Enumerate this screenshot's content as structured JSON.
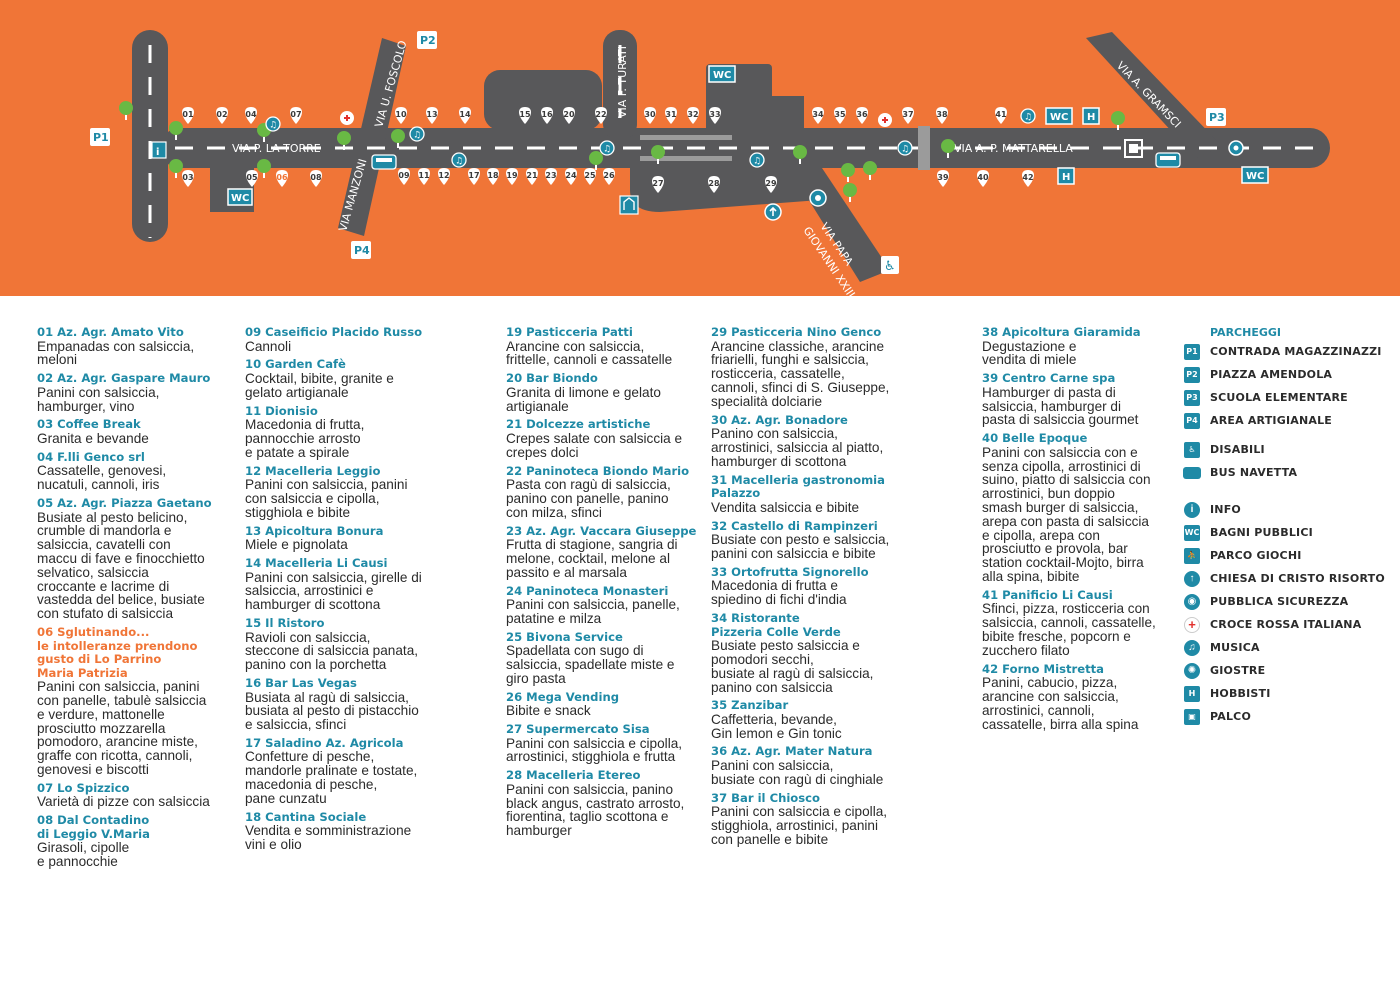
{
  "map": {
    "streets": {
      "la_torre": "VIA P. LA TORRE",
      "foscolo": "VIA U. FOSCOLO",
      "manzoni": "VIA MANZONI",
      "turati": "VIA F. TURATI",
      "mattarella": "VIA A. P. MATTARELLA",
      "gramsci": "VIA A. GRAMSCI",
      "papa_line1": "VIA PAPA",
      "papa_line2": "GIOVANNI XXIII"
    },
    "parking_labels": {
      "p1": "P1",
      "p2": "P2",
      "p3": "P3",
      "p4": "P4"
    },
    "wc_label": "WC",
    "hobbisti_label": "H",
    "info_label": "i",
    "stands_top": [
      "01",
      "02",
      "04",
      "07",
      "10",
      "13",
      "14",
      "15",
      "16",
      "20",
      "22",
      "30",
      "31",
      "32",
      "33",
      "34",
      "35",
      "36",
      "37",
      "38",
      "41"
    ],
    "stands_bottom": [
      "03",
      "05",
      "06",
      "08",
      "09",
      "11",
      "12",
      "17",
      "18",
      "19",
      "21",
      "23",
      "24",
      "25",
      "26",
      "27",
      "28",
      "29",
      "39",
      "40",
      "42"
    ],
    "colors": {
      "background": "#f07537",
      "road": "#58585a",
      "accent": "#1f8aa6",
      "tree": "#69b944",
      "marker": "#ffffff",
      "marker_text_orange": "#f07537"
    }
  },
  "columns": [
    [
      {
        "name": "01 Az. Agr. Amato Vito",
        "desc": "Empanadas con salsiccia,\nmeloni"
      },
      {
        "name": "02 Az. Agr. Gaspare Mauro",
        "desc": "Panini con salsiccia,\nhamburger, vino"
      },
      {
        "name": "03 Coffee Break",
        "desc": "Granita e bevande"
      },
      {
        "name": "04 F.lli Genco srl",
        "desc": "Cassatelle, genovesi,\nnucatuli, cannoli, iris"
      },
      {
        "name": "05 Az. Agr. Piazza Gaetano",
        "desc": "Busiate al pesto belicino,\ncrumble di mandorla e\nsalsiccia, cavatelli con\nmaccu di fave e finocchietto\nselvatico, salsiccia\ncroccante e lacrime di\nvastedda del belice, busiate\ncon stufato di salsiccia"
      },
      {
        "name": "06 Sglutinando...\nle intolleranze prendono\ngusto di Lo Parrino\nMaria Patrizia",
        "desc": "Panini con salsiccia, panini\ncon panelle, tabulè salsiccia\ne verdure, mattonelle\nprosciutto mozzarella\npomodoro, arancine miste,\ngraffe con ricotta, cannoli,\ngenovesi e biscotti",
        "orange": true
      },
      {
        "name": "07 Lo Spizzico",
        "desc": "Varietà di pizze con salsiccia"
      },
      {
        "name": "08 Dal Contadino\ndi Leggio V.Maria",
        "desc": "Girasoli, cipolle\ne pannocchie"
      }
    ],
    [
      {
        "name": "09 Caseificio Placido Russo",
        "desc": "Cannoli"
      },
      {
        "name": "10 Garden Cafè",
        "desc": "Cocktail, bibite, granite e\ngelato artigianale"
      },
      {
        "name": "11 Dionisio",
        "desc": "Macedonia di frutta,\npannocchie arrosto\ne patate a spirale"
      },
      {
        "name": "12 Macelleria Leggio",
        "desc": "Panini con salsiccia, panini\ncon salsiccia e cipolla,\nstigghiola e bibite"
      },
      {
        "name": "13 Apicoltura Bonura",
        "desc": "Miele e pignolata"
      },
      {
        "name": "14 Macelleria Li Causi",
        "desc": "Panini con salsiccia, girelle di\nsalsiccia, arrostinici e\nhamburger di scottona"
      },
      {
        "name": "15 Il Ristoro",
        "desc": "Ravioli con salsiccia,\nsteccone di salsiccia panata,\npanino con la porchetta"
      },
      {
        "name": "16 Bar Las Vegas",
        "desc": "Busiata al ragù di salsiccia,\nbusiata al pesto di pistacchio\ne salsiccia, sfinci"
      },
      {
        "name": "17 Saladino Az. Agricola",
        "desc": "Confetture di pesche,\nmandorle pralinate e tostate,\nmacedonia di pesche,\npane cunzatu"
      },
      {
        "name": "18 Cantina Sociale",
        "desc": "Vendita e somministrazione\nvini e olio"
      }
    ],
    [
      {
        "name": "19 Pasticceria Patti",
        "desc": "Arancine con salsiccia,\nfrittelle, cannoli e cassatelle"
      },
      {
        "name": "20 Bar Biondo",
        "desc": "Granita di limone e gelato\nartigianale"
      },
      {
        "name": "21 Dolcezze artistiche",
        "desc": "Crepes salate con salsiccia e\ncrepes dolci"
      },
      {
        "name": "22 Paninoteca Biondo Mario",
        "desc": "Pasta con ragù di salsiccia,\npanino con panelle, panino\ncon milza, sfinci"
      },
      {
        "name": "23 Az. Agr. Vaccara Giuseppe",
        "desc": "Frutta di stagione, sangria di\nmelone, cocktail, melone al\npassito e al marsala"
      },
      {
        "name": "24 Paninoteca Monasteri",
        "desc": "Panini con salsiccia, panelle,\npatatine e milza"
      },
      {
        "name": "25 Bivona Service",
        "desc": "Spadellata con sugo di\nsalsiccia, spadellate miste e\ngiro pasta"
      },
      {
        "name": "26 Mega Vending",
        "desc": "Bibite e snack"
      },
      {
        "name": "27 Supermercato Sisa",
        "desc": "Panini con salsiccia e cipolla,\narrostinici, stigghiola e frutta"
      },
      {
        "name": "28 Macelleria Etereo",
        "desc": "Panini con salsiccia, panino\nblack angus, castrato arrosto,\nfiorentina, taglio scottona e\nhamburger"
      }
    ],
    [
      {
        "name": "29 Pasticceria Nino Genco",
        "desc": "Arancine classiche, arancine\nfriarielli, funghi e salsiccia,\nrosticceria, cassatelle,\ncannoli, sfinci di S. Giuseppe,\nspecialità dolciarie"
      },
      {
        "name": "30 Az. Agr. Bonadore",
        "desc": "Panino con salsiccia,\narrostinici, salsiccia al piatto,\nhamburger di scottona"
      },
      {
        "name": "31 Macelleria gastronomia\nPalazzo",
        "desc": "Vendita salsiccia e bibite"
      },
      {
        "name": "32 Castello di Rampinzeri",
        "desc": "Busiate con pesto e salsiccia,\npanini con salsiccia e bibite"
      },
      {
        "name": "33 Ortofrutta Signorello",
        "desc": "Macedonia di frutta e\nspiedino di fichi d'india"
      },
      {
        "name": "34 Ristorante\nPizzeria Colle Verde",
        "desc": "Busiate pesto salsiccia e\npomodori secchi,\nbusiate al ragù di salsiccia,\npanino con salsiccia"
      },
      {
        "name": "35 Zanzibar",
        "desc": "Caffetteria, bevande,\nGin lemon e Gin tonic"
      },
      {
        "name": "36 Az. Agr. Mater Natura",
        "desc": "Panini con salsiccia,\nbusiate con ragù di cinghiale"
      },
      {
        "name": "37 Bar il Chiosco",
        "desc": "Panini con salsiccia e cipolla,\nstigghiola, arrostinici, panini\ncon panelle e bibite"
      }
    ],
    [
      {
        "name": "38 Apicoltura Giaramida",
        "desc": "Degustazione e\nvendita di miele"
      },
      {
        "name": "39 Centro Carne spa",
        "desc": "Hamburger di pasta di\nsalsiccia, hamburger di\npasta di salsiccia gourmet"
      },
      {
        "name": "40 Belle Epoque",
        "desc": "Panini con salsiccia con e\nsenza cipolla, arrostinici  di\nsuino, piatto di salsiccia con\narrostinici, bun doppio\nsmash burger di salsiccia,\narepa con pasta di salsiccia\ne cipolla, arepa con\nprosciutto e provola, bar\nstation cocktail-Mojto, birra\nalla spina, bibite"
      },
      {
        "name": "41 Panificio Li Causi",
        "desc": "Sfinci, pizza, rosticceria con\nsalsiccia, cannoli, cassatelle,\nbibite fresche, popcorn e\nzucchero filato"
      },
      {
        "name": "42 Forno Mistretta",
        "desc": "Panini, cabucio, pizza,\narancine con salsiccia,\narrostinici, cannoli,\ncassatelle, birra alla spina"
      }
    ]
  ],
  "key": {
    "parking_title": "PARCHEGGI",
    "parking": [
      {
        "badge": "P1",
        "label": "CONTRADA MAGAZZINAZZI"
      },
      {
        "badge": "P2",
        "label": "PIAZZA AMENDOLA"
      },
      {
        "badge": "P3",
        "label": "SCUOLA ELEMENTARE"
      },
      {
        "badge": "P4",
        "label": "AREA ARTIGIANALE"
      }
    ],
    "services": [
      {
        "icon": "wheelchair-icon",
        "glyph": "♿",
        "label": "DISABILI"
      },
      {
        "icon": "bus-icon",
        "glyph": "",
        "label": "BUS NAVETTA"
      }
    ],
    "poi": [
      {
        "icon": "info-icon",
        "glyph": "i",
        "label": "INFO"
      },
      {
        "icon": "wc-icon",
        "glyph": "WC",
        "label": "BAGNI PUBBLICI"
      },
      {
        "icon": "playground-icon",
        "glyph": "⛹",
        "label": "PARCO GIOCHI"
      },
      {
        "icon": "church-icon",
        "glyph": "↑",
        "label": "CHIESA DI CRISTO RISORTO"
      },
      {
        "icon": "security-icon",
        "glyph": "◉",
        "label": "PUBBLICA SICUREZZA"
      },
      {
        "icon": "red-cross-icon",
        "glyph": "+",
        "label": "CROCE ROSSA ITALIANA"
      },
      {
        "icon": "music-icon",
        "glyph": "♫",
        "label": "MUSICA"
      },
      {
        "icon": "carousel-icon",
        "glyph": "✺",
        "label": "GIOSTRE"
      },
      {
        "icon": "hobbisti-icon",
        "glyph": "H",
        "label": "HOBBISTI"
      },
      {
        "icon": "stage-icon",
        "glyph": "▣",
        "label": "PALCO"
      }
    ]
  }
}
